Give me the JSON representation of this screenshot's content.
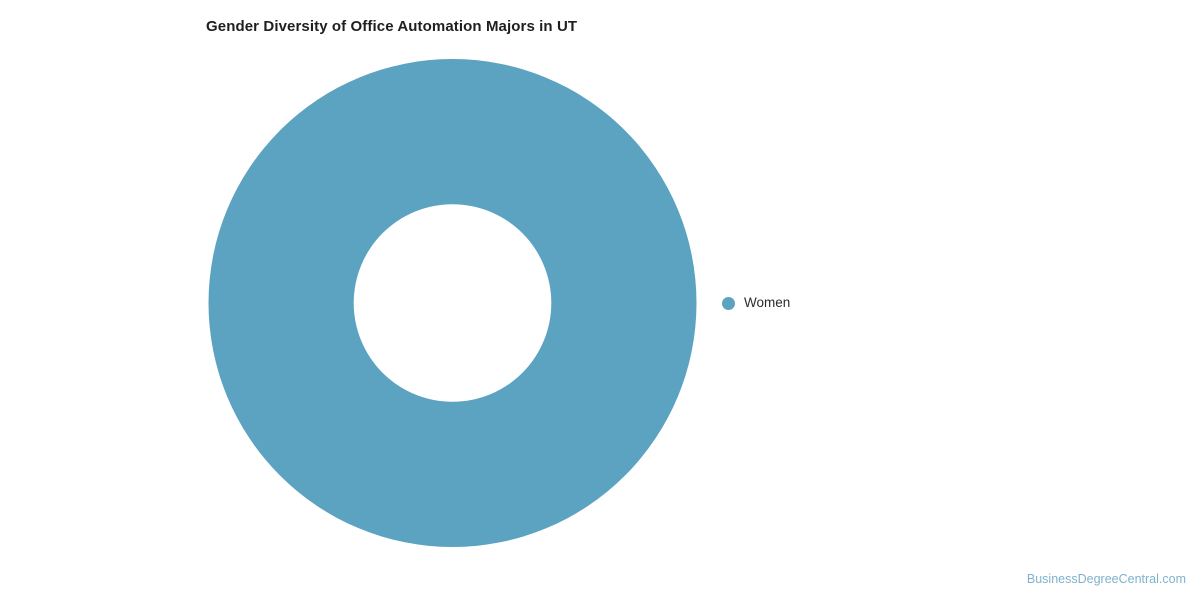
{
  "chart_data": {
    "type": "pie",
    "variant": "donut",
    "title": "Gender Diversity of Office Automation Majors in UT",
    "xlabel": "",
    "ylabel": "",
    "labels": [
      "Women"
    ],
    "values": [
      100
    ],
    "value_unit": "percent",
    "slices": [
      {
        "label": "Women",
        "value": 100,
        "color": "#5BA3C1"
      }
    ],
    "legend": {
      "position": "right",
      "entries": [
        {
          "label": "Women",
          "color": "#5BA3C1",
          "marker": "circle"
        }
      ]
    },
    "grid": false,
    "hole_ratio": 0.405,
    "background": "#ffffff"
  },
  "header": {
    "title": "Gender Diversity of Office Automation Majors in UT"
  },
  "footer": {
    "attribution": "BusinessDegreeCentral.com",
    "color": "#7FB3CC"
  },
  "colors": {
    "accent": "#5BA3C1",
    "title_text": "#1f1f1f",
    "legend_text": "#2b2b2b",
    "background": "#ffffff"
  }
}
